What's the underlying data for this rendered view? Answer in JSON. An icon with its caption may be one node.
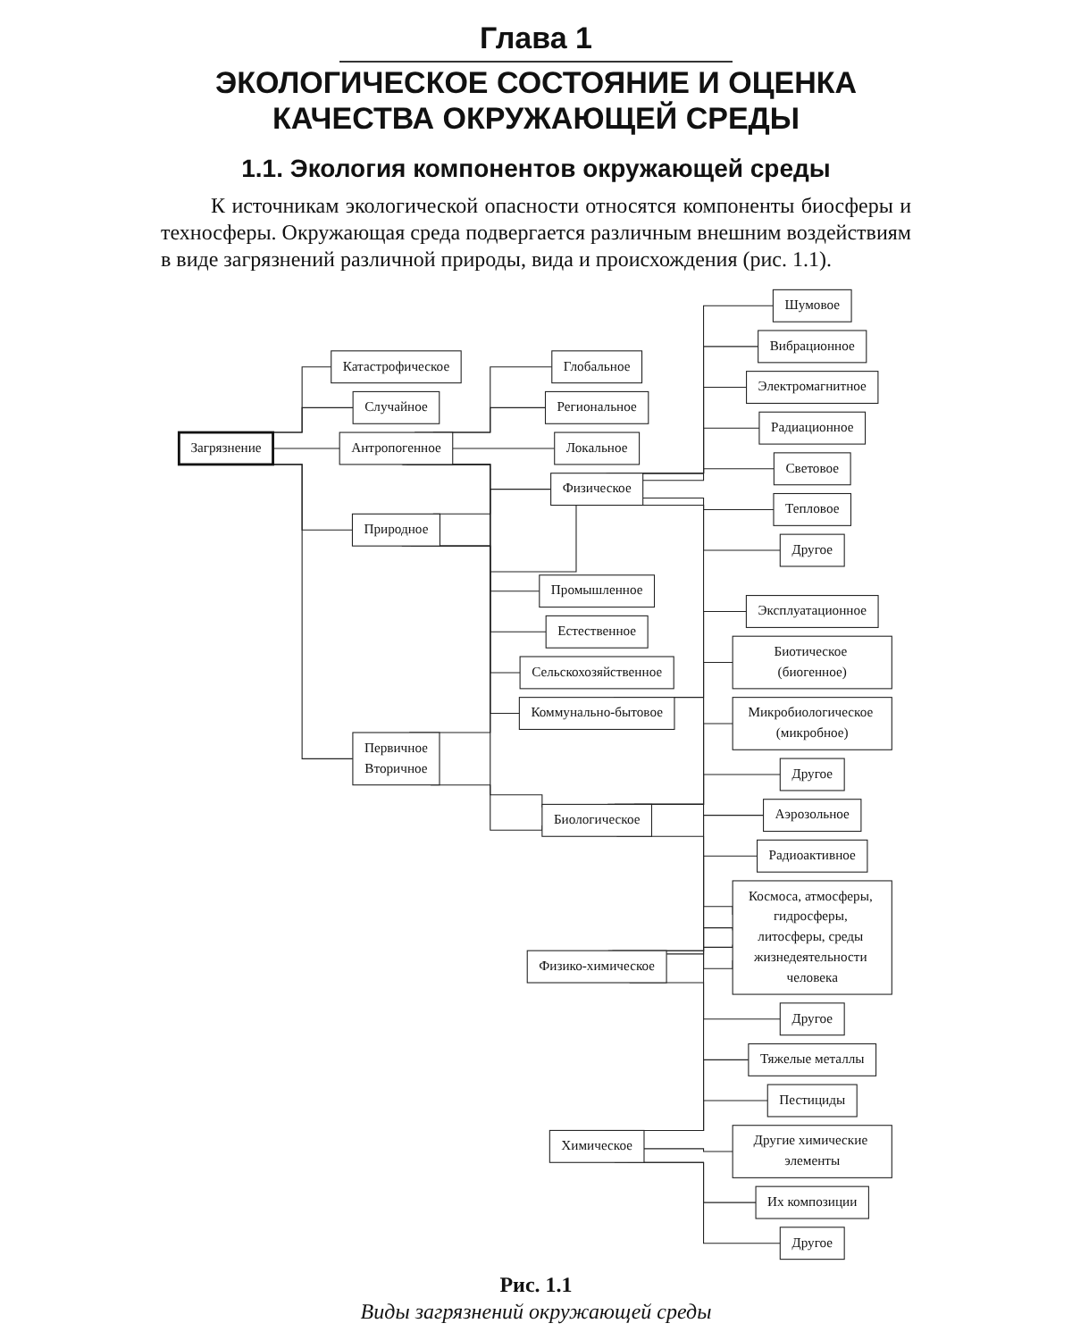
{
  "diagram": {
    "title": "ЭКОЛОГИЧЕСКОЕ СОСТОЯНИЕ И ОЦЕНКА КАЧЕСТВА ОКРУЖАЮЩЕЙ СРЕДЫ",
    "caption": "Виды загрязнений окружающей среды",
    "nodes": [
      {
        "text": [
          "Катастрофическое"
        ]
      },
      {
        "text": [
          "Глобальное"
        ]
      },
      {
        "text": [
          "Региональное"
        ]
      },
      {
        "text": [
          "Локальное"
        ]
      },
      {
        "text": [
          "Случайное"
        ]
      },
      {
        "text": [
          "Загрязнение"
        ]
      },
      {
        "text": [
          "Коммунально-бытовое"
        ]
      },
      {
        "text": [
          "Природное"
        ]
      },
      {
        "text": [
          "Антропогенное"
        ]
      },
      {
        "text": [
          "Промышленное"
        ]
      },
      {
        "text": [
          "Естественное"
        ]
      },
      {
        "text": [
          "Сельскохозяйственное"
        ]
      },
      {
        "text": [
          "Эксплуатационное"
        ]
      },
      {
        "text": [
          "Первичное",
          "Вторичное"
        ]
      },
      {
        "text": [
          "Физическое"
        ]
      },
      {
        "text": [
          "Физико-химическое"
        ]
      },
      {
        "text": [
          "Химическое"
        ]
      },
      {
        "text": [
          "Биологическое"
        ]
      },
      {
        "text": [
          "Шумовое"
        ]
      },
      {
        "text": [
          "Вибрационное"
        ]
      },
      {
        "text": [
          "Электромагнитное"
        ]
      },
      {
        "text": [
          "Радиационное"
        ]
      },
      {
        "text": [
          "Световое"
        ]
      },
      {
        "text": [
          "Тепловое"
        ]
      },
      {
        "text": [
          "Другое"
        ]
      },
      {
        "text": [
          "Аэрозольное"
        ]
      },
      {
        "text": [
          "Радиоактивное"
        ]
      },
      {
        "text": [
          "Другое"
        ]
      },
      {
        "text": [
          "Тяжелые металлы"
        ]
      },
      {
        "text": [
          "Пестициды"
        ]
      },
      {
        "text": [
          "Другие химические элементы"
        ]
      },
      {
        "text": [
          "Их композиции"
        ]
      },
      {
        "text": [
          "Другое"
        ]
      },
      {
        "text": [
          "Биотическое (биогенное)"
        ]
      },
      {
        "text": [
          "Микробиологическое (микробное)"
        ]
      },
      {
        "text": [
          "Другое"
        ]
      },
      {
        "text": [
          "Космоса, атмосферы, гидросферы, литосферы, среды жизнедеятельности человека"
        ]
      }
    ],
    "edges": [
      {
        "from": 5,
        "to": 0,
        "arrow": "none"
      },
      {
        "from": 5,
        "to": 4,
        "arrow": "none"
      },
      {
        "from": 5,
        "to": 7,
        "arrow": "none"
      },
      {
        "from": 7,
        "to": 10,
        "arrow": "none"
      },
      {
        "from": 5,
        "to": 8,
        "arrow": "none"
      },
      {
        "from": 8,
        "to": 1,
        "arrow": "none"
      },
      {
        "from": 8,
        "to": 2,
        "arrow": "none"
      },
      {
        "from": 8,
        "to": 3,
        "arrow": "none"
      },
      {
        "from": 8,
        "to": 6,
        "arrow": "none"
      },
      {
        "from": 8,
        "to": 9,
        "arrow": "none"
      },
      {
        "from": 6,
        "to": 12,
        "arrow": "none"
      },
      {
        "from": 8,
        "to": 11,
        "arrow": "none"
      },
      {
        "from": 5,
        "to": 13,
        "arrow": "none"
      },
      {
        "from": 13,
        "to": 14,
        "arrow": "none"
      },
      {
        "from": 13,
        "to": 17,
        "arrow": "none"
      },
      {
        "from": 7,
        "to": 14,
        "arrow": "none"
      },
      {
        "from": 7,
        "to": 17,
        "arrow": "none"
      },
      {
        "from": 14,
        "to": 18,
        "arrow": "none"
      },
      {
        "from": 14,
        "to": 19,
        "arrow": "none"
      },
      {
        "from": 14,
        "to": 20,
        "arrow": "none"
      },
      {
        "from": 14,
        "to": 21,
        "arrow": "none"
      },
      {
        "from": 14,
        "to": 22,
        "arrow": "none"
      },
      {
        "from": 14,
        "to": 23,
        "arrow": "none"
      },
      {
        "from": 14,
        "to": 24,
        "arrow": "none"
      },
      {
        "from": 15,
        "to": 25,
        "arrow": "none"
      },
      {
        "from": 15,
        "to": 26,
        "arrow": "none"
      },
      {
        "from": 15,
        "to": 27,
        "arrow": "none"
      },
      {
        "from": 16,
        "to": 28,
        "arrow": "none"
      },
      {
        "from": 16,
        "to": 29,
        "arrow": "none"
      },
      {
        "from": 16,
        "to": 30,
        "arrow": "none"
      },
      {
        "from": 16,
        "to": 31,
        "arrow": "none"
      },
      {
        "from": 16,
        "to": 32,
        "arrow": "none"
      },
      {
        "from": 17,
        "to": 33,
        "arrow": "none"
      },
      {
        "from": 17,
        "to": 34,
        "arrow": "none"
      },
      {
        "from": 17,
        "to": 35,
        "arrow": "none"
      },
      {
        "from": 14,
        "to": 36,
        "arrow": "none"
      },
      {
        "from": 15,
        "to": 36,
        "arrow": "none"
      },
      {
        "from": 16,
        "to": 36,
        "arrow": "none"
      },
      {
        "from": 17,
        "to": 36,
        "arrow": "none"
      }
    ],
    "labels": [
      "Глава 1",
      "1.1. Экология компонентов окружающей среды",
      "К источникам экологической опасности относятся компоненты биосферы и техносферы. Окружающая среда подвергается различным внешним воздействиям в виде загрязнений различной природы, вида и происхождения (рис. 1.1).",
      "Рис. 1.1"
    ]
  }
}
